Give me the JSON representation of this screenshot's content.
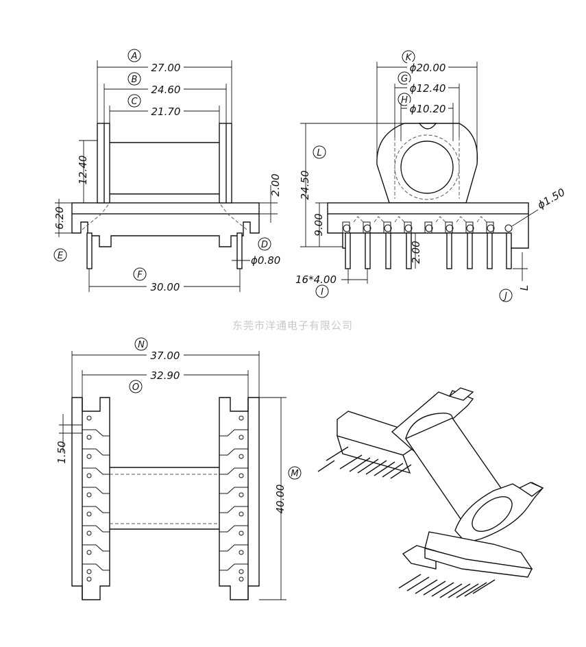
{
  "watermark": "东莞市洋通电子有限公司",
  "labels": {
    "A": "A",
    "B": "B",
    "C": "C",
    "D": "D",
    "E": "E",
    "F": "F",
    "G": "G",
    "H": "H",
    "I": "I",
    "J": "J",
    "K": "K",
    "L": "L",
    "M": "M",
    "N": "N",
    "O": "O"
  },
  "dims": {
    "A": "27.00",
    "B": "24.60",
    "C": "21.70",
    "h_12_40": "12.40",
    "h_2_00_left": "2.00",
    "h_6_20": "6.20",
    "pin_dia": "ϕ0.80",
    "F": "30.00",
    "K": "ϕ20.00",
    "G": "ϕ12.40",
    "H": "ϕ10.20",
    "L": "24.50",
    "h_9_00": "9.00",
    "hole_dia": "ϕ1.50",
    "h_2_00_right": "2.00",
    "pitch": "16*4.00",
    "J_side": "L",
    "N": "37.00",
    "O": "32.90",
    "v_1_50": "1.50",
    "M": "40.00"
  }
}
